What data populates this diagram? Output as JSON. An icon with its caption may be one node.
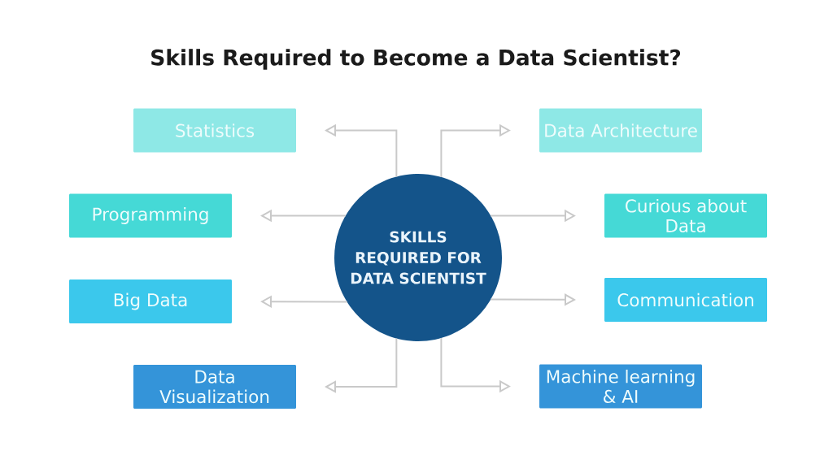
{
  "diagram": {
    "title": "Skills Required to Become a Data Scientist?",
    "nodes": [
      {
        "text": [
          "SKILLS REQUIRED FOR DATA SCIENTIST"
        ]
      },
      {
        "text": [
          "Statistics"
        ]
      },
      {
        "text": [
          "Programming"
        ]
      },
      {
        "text": [
          "Big Data"
        ]
      },
      {
        "text": [
          "Data Visualization"
        ]
      },
      {
        "text": [
          "Data Architecture"
        ]
      },
      {
        "text": [
          "Curious about Data"
        ]
      },
      {
        "text": [
          "Communication"
        ]
      },
      {
        "text": [
          "Machine learning & AI"
        ]
      }
    ],
    "edges": [
      {
        "from": 0,
        "to": 1,
        "arrow": "to"
      },
      {
        "from": 0,
        "to": 2,
        "arrow": "to"
      },
      {
        "from": 0,
        "to": 3,
        "arrow": "to"
      },
      {
        "from": 0,
        "to": 4,
        "arrow": "to"
      },
      {
        "from": 0,
        "to": 5,
        "arrow": "to"
      },
      {
        "from": 0,
        "to": 6,
        "arrow": "to"
      },
      {
        "from": 0,
        "to": 7,
        "arrow": "to"
      },
      {
        "from": 0,
        "to": 8,
        "arrow": "to"
      }
    ]
  }
}
